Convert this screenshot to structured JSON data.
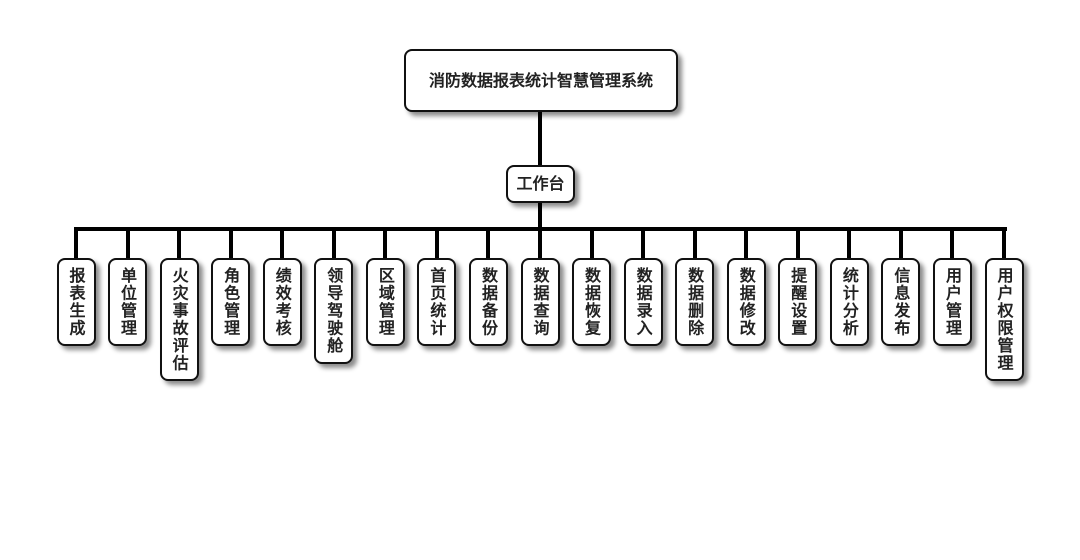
{
  "root": {
    "label": "消防数据报表统计智慧管理系统"
  },
  "hub": {
    "label": "工作台"
  },
  "modules": [
    "报表生成",
    "单位管理",
    "火灾事故评估",
    "角色管理",
    "绩效考核",
    "领导驾驶舱",
    "区域管理",
    "首页统计",
    "数据备份",
    "数据查询",
    "数据恢复",
    "数据录入",
    "数据删除",
    "数据修改",
    "提醒设置",
    "统计分析",
    "信息发布",
    "用户管理",
    "用户权限管理"
  ]
}
